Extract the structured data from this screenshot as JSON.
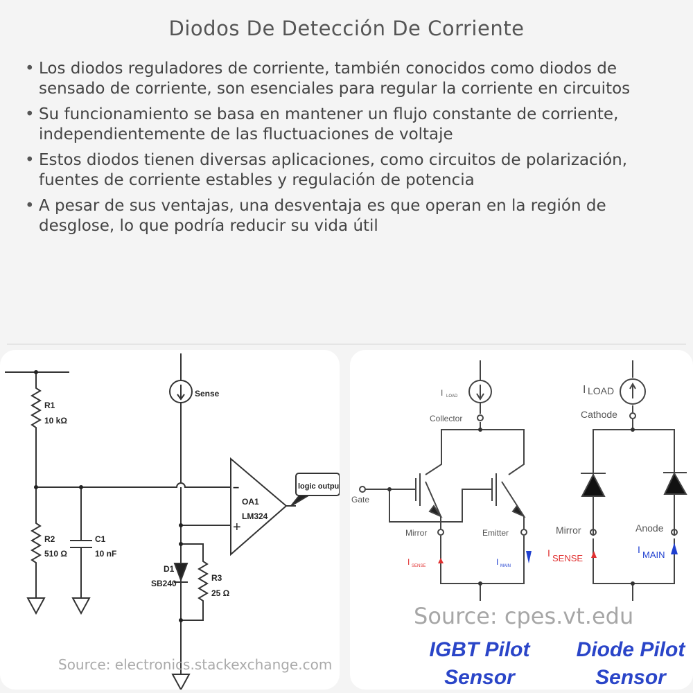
{
  "title": "Diodos De Detección De Corriente",
  "bullets": [
    "Los diodos reguladores de corriente, también conocidos como diodos de sensado de corriente, son esenciales para regular la corriente en circuitos",
    "Su funcionamiento se basa en mantener un flujo constante de corriente, independientemente de las fluctuaciones de voltaje",
    "Estos diodos tienen diversas aplicaciones, como circuitos de polarización, fuentes de corriente estables y regulación de potencia",
    "A pesar de sus ventajas, una desventaja es que operan en la región de desglose, lo que podría reducir su vida útil"
  ],
  "left_figure": {
    "labels": {
      "r1": "R1",
      "r1_val": "10 kΩ",
      "r2": "R2",
      "r2_val": "510 Ω",
      "c1": "C1",
      "c1_val": "10 nF",
      "sense": "Sense",
      "oa": "OA1",
      "oa_part": "LM324",
      "minus": "−",
      "plus": "+",
      "d1": "D1",
      "d1_part": "SB240",
      "r3": "R3",
      "r3_val": "25 Ω",
      "logic": "logic output"
    },
    "source": "Source: electronics.stackexchange.com"
  },
  "right_figure": {
    "labels": {
      "iload": "I",
      "iload_sub": "LOAD",
      "collector": "Collector",
      "gate": "Gate",
      "mirror": "Mirror",
      "emitter": "Emitter",
      "isense": "I",
      "isense_sub": "SENSE",
      "imain": "I",
      "imain_sub": "MAIN",
      "cathode": "Cathode",
      "anode": "Anode"
    },
    "captions": {
      "igbt1": "IGBT Pilot",
      "igbt2": "Sensor",
      "diode1": "Diode Pilot",
      "diode2": "Sensor"
    },
    "source": "Source: cpes.vt.edu",
    "colors": {
      "sense": "#e03030",
      "main": "#2040d0",
      "caption": "#2a45c8"
    }
  }
}
